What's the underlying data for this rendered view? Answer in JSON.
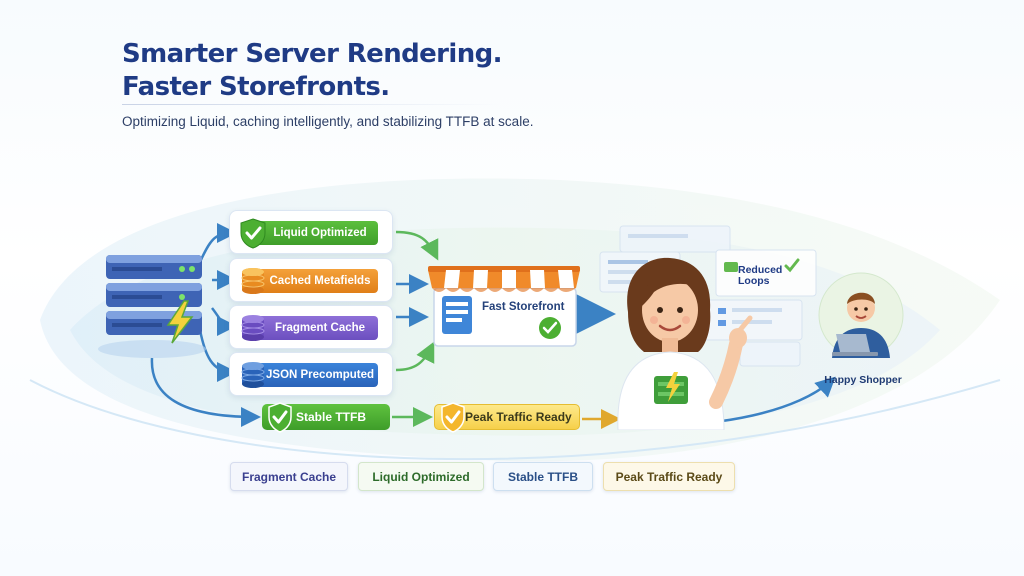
{
  "header": {
    "title_line1": "Smarter Server Rendering.",
    "title_line2": "Faster Storefronts.",
    "subtitle": "Optimizing Liquid, caching intelligently, and stabilizing TTFB at scale."
  },
  "steps": [
    {
      "label": "Liquid Optimized",
      "icon": "check-shield-icon"
    },
    {
      "label": "Cached Metafields",
      "icon": "database-icon"
    },
    {
      "label": "Fragment Cache",
      "icon": "database-icon"
    },
    {
      "label": "JSON Precomputed",
      "icon": "database-icon"
    }
  ],
  "storefront": {
    "label": "Fast Storefront"
  },
  "flow": {
    "stable_ttfb": "Stable TTFB",
    "peak_traffic": "Peak Traffic Ready"
  },
  "reduced_loops": {
    "line1": "Reduced",
    "line2": "Loops"
  },
  "shopper": {
    "label": "Happy Shopper"
  },
  "tags": [
    "Fragment Cache",
    "Liquid Optimized",
    "Stable TTFB",
    "Peak Traffic Ready"
  ],
  "colors": {
    "title": "#1f3b85",
    "green": "#4caf32",
    "orange": "#ec8f25",
    "purple": "#7a5bcc",
    "blue": "#2f72c8",
    "yellow": "#f6d04a",
    "arrow": "#3b82c4"
  }
}
